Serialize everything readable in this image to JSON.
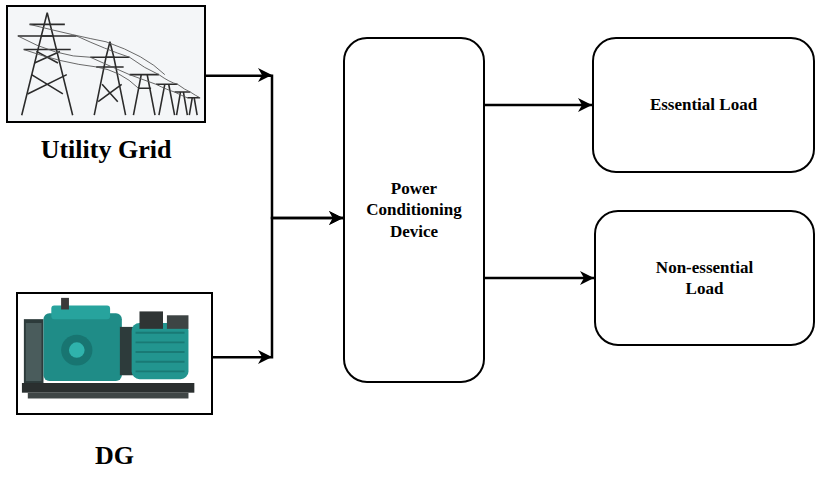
{
  "diagram": {
    "nodes": [
      {
        "text": [
          "Utility Grid"
        ]
      },
      {
        "text": [
          "DG"
        ]
      },
      {
        "text": [
          "Power Conditioning Device"
        ]
      },
      {
        "text": [
          "Essential Load"
        ]
      },
      {
        "text": [
          "Non-essential Load"
        ]
      }
    ],
    "edges": [
      {
        "from": 0,
        "to": 2,
        "arrow": "to"
      },
      {
        "from": 1,
        "to": 2,
        "arrow": "to"
      },
      {
        "from": 2,
        "to": 3,
        "arrow": "to"
      },
      {
        "from": 2,
        "to": 4,
        "arrow": "to"
      }
    ]
  }
}
